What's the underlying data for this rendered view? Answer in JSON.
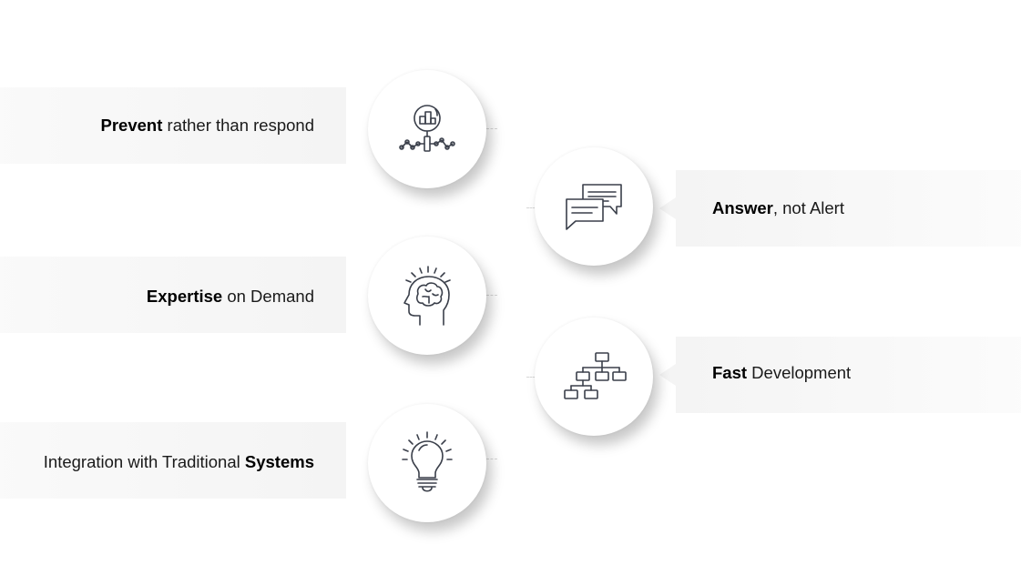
{
  "features": [
    {
      "bold": "Prevent",
      "after": " rather than respond",
      "icon": "magnifier-chart-icon"
    },
    {
      "bold": "Answer",
      "after": ", not Alert",
      "icon": "chat-bubbles-icon"
    },
    {
      "bold": "Expertise",
      "after": " on Demand",
      "icon": "brain-head-icon"
    },
    {
      "bold": "Fast",
      "after": " Development",
      "icon": "hierarchy-diagram-icon"
    },
    {
      "before": "Integration with Traditional ",
      "bold": "Systems",
      "icon": "lightbulb-icon"
    }
  ],
  "colors": {
    "icon_stroke": "#3a3f4a",
    "band": "#f4f4f4",
    "text": "#1a1a1a"
  }
}
